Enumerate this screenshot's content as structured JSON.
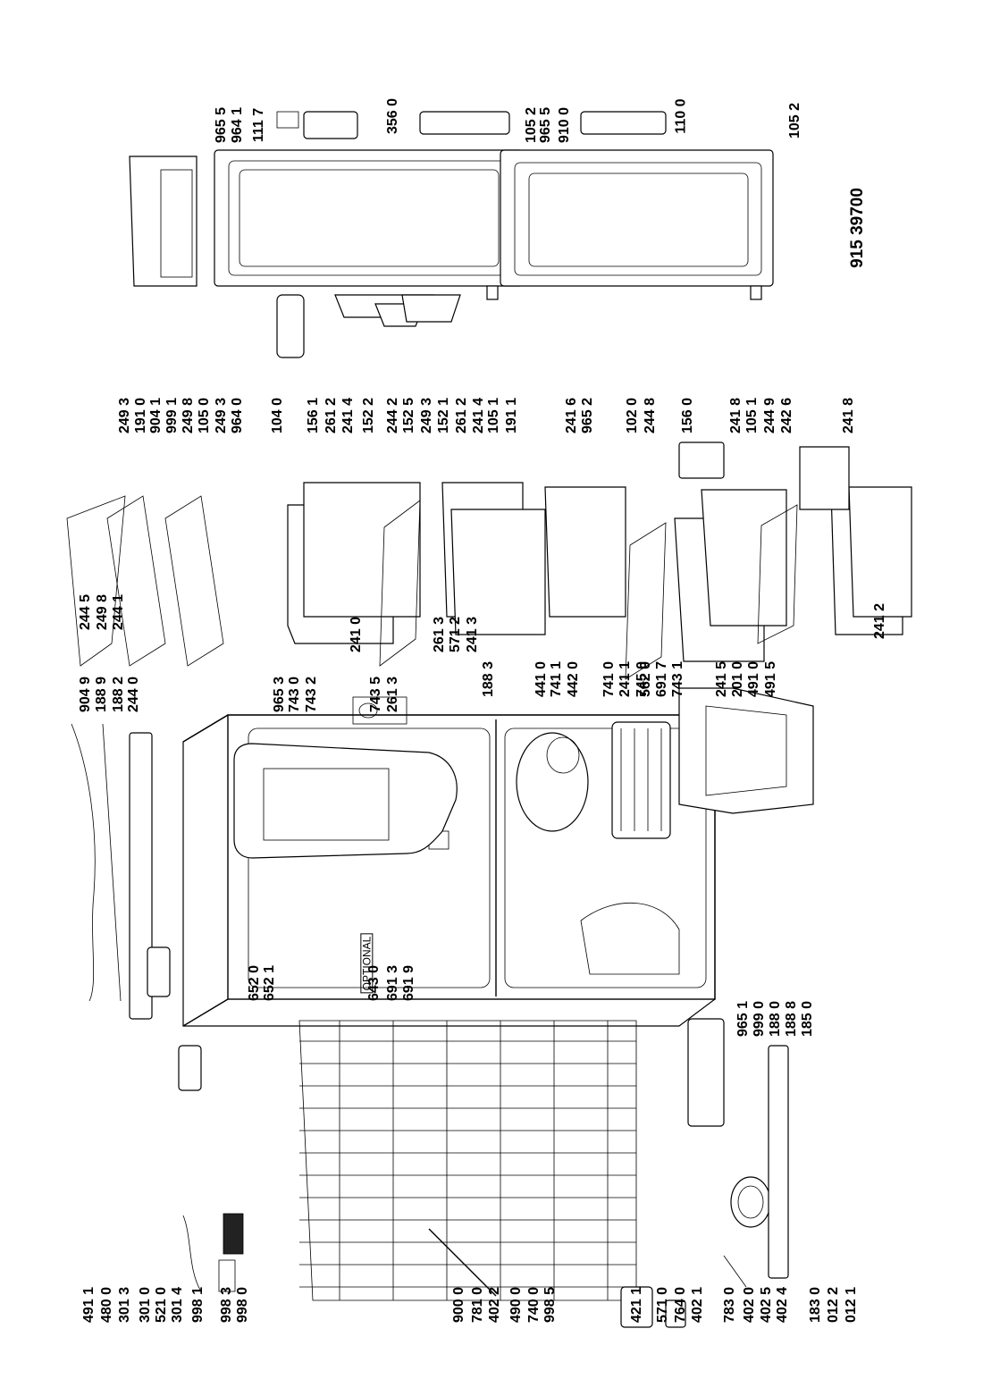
{
  "diagram": {
    "model_number": "915 39700",
    "optional_label": "OPTIONAL",
    "column_1": [
      "491 1",
      "480 0",
      "301 3",
      "301 0",
      "521 0",
      "301 4",
      "998 1",
      "998 3",
      "998 0",
      "900 0",
      "781 0",
      "402 2",
      "490 0",
      "740 0",
      "998 5",
      "421 1",
      "571 0",
      "764 0",
      "402 1",
      "783 0",
      "402 0",
      "402 5",
      "402 4",
      "183 0",
      "012 2",
      "012 1"
    ],
    "column_2": [
      "904 9",
      "188 9",
      "188 2",
      "244 0",
      "244 5",
      "249 8",
      "244 1"
    ],
    "column_3": [
      "652 0",
      "652 1",
      "643 0",
      "691 3",
      "691 9",
      "965 1",
      "999 0",
      "188 0",
      "188 8",
      "185 0"
    ],
    "column_4": [
      "965 3",
      "743 0",
      "743 2",
      "241 0",
      "743 5",
      "261 3",
      "261 3",
      "571 2",
      "241 3",
      "188 3",
      "441 0",
      "741 1",
      "442 0",
      "741 0",
      "241 1",
      "745 0",
      "562 0",
      "691 7",
      "743 1",
      "241 5",
      "201 0",
      "491 0",
      "491 5",
      "241 2"
    ],
    "column_5": [
      "249 3",
      "191 0",
      "904 1",
      "999 1",
      "249 8",
      "105 0",
      "249 3",
      "964 0",
      "104 0",
      "156 1",
      "261 2",
      "241 4",
      "152 2",
      "244 2",
      "152 5",
      "249 3",
      "152 1",
      "261 2",
      "241 4",
      "105 1",
      "191 1",
      "241 6",
      "965 2",
      "102 0",
      "244 8",
      "156 0",
      "241 8",
      "105 1",
      "244 9",
      "242 6",
      "241 8"
    ],
    "column_6": [
      "965 5",
      "964 1",
      "111 7",
      "356 0",
      "105 2",
      "965 5",
      "910 0",
      "110 0",
      "105 2"
    ]
  }
}
